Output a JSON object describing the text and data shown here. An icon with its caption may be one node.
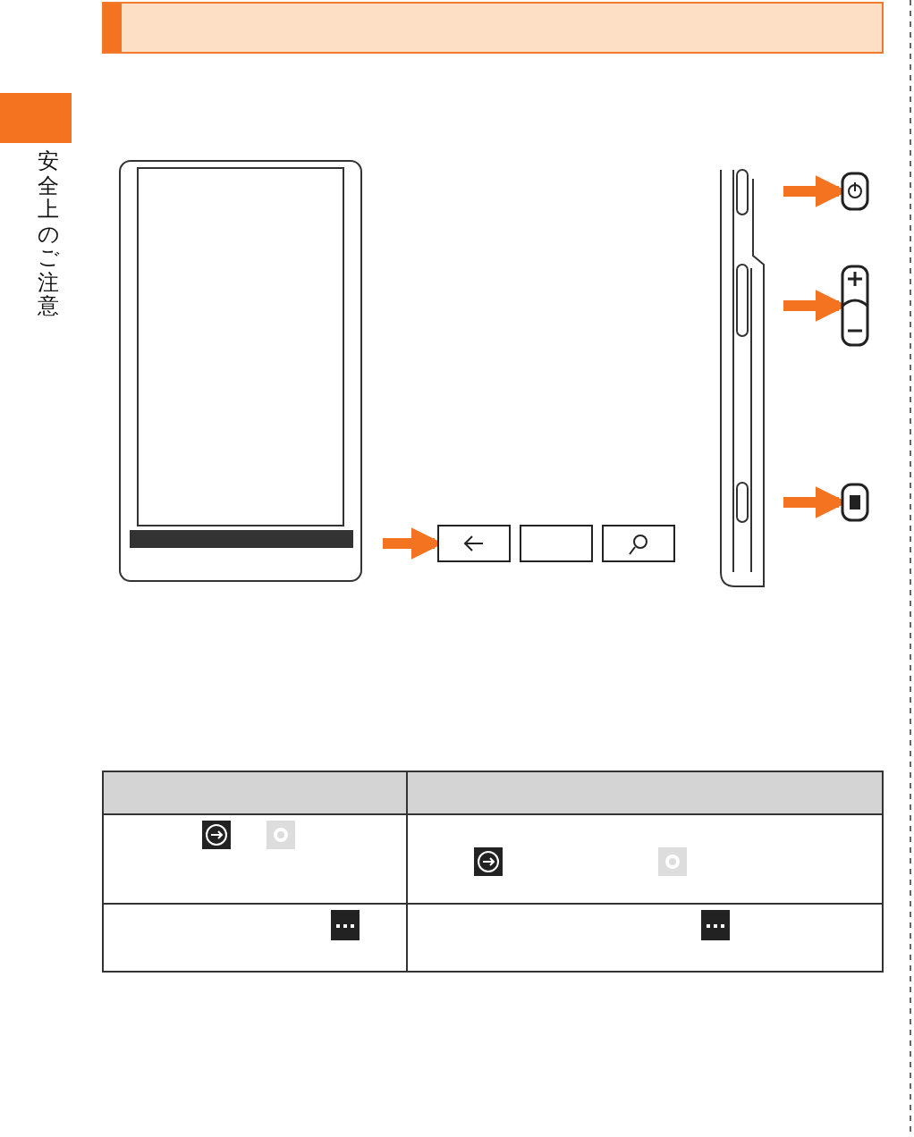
{
  "diagram": {
    "nodes": [
      {
        "text": [],
        "shape": "box"
      },
      {
        "text": [],
        "shape": "box"
      },
      {
        "text": [],
        "shape": "box"
      },
      {
        "text": [],
        "shape": "box"
      }
    ],
    "edges": [
      {
        "from": null,
        "to": 0,
        "arrow": "to"
      },
      {
        "from": null,
        "to": 1,
        "arrow": "to"
      },
      {
        "from": null,
        "to": 2,
        "arrow": "to"
      },
      {
        "from": null,
        "to": 3,
        "arrow": "to"
      }
    ],
    "labels": [
      "安全上のご注意"
    ]
  }
}
